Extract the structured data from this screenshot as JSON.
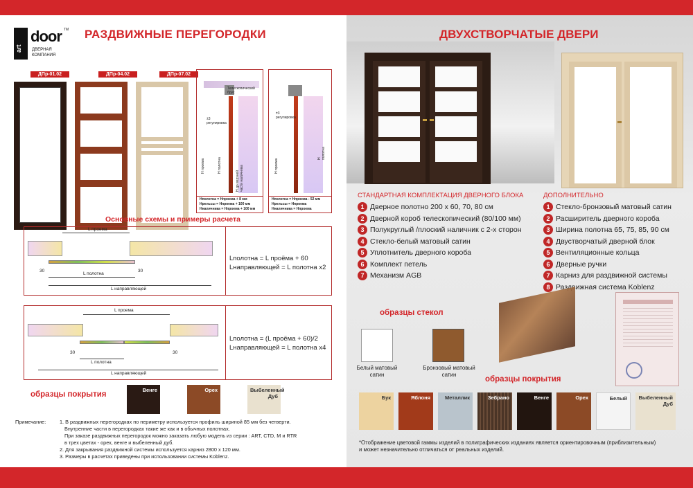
{
  "left": {
    "title": "РАЗДВИЖНЫЕ ПЕРЕГОРОДКИ",
    "logo": {
      "art": "art",
      "door": "door",
      "tm": "TM",
      "sub1": "ДВЕРНАЯ",
      "sub2": "КОМПАНИЯ"
    },
    "door_models": [
      "ДПр-01.02",
      "ДПр-04.02",
      "ДПр-07.02"
    ],
    "diagram1": {
      "label_top": "Телескопический брус",
      "formula_lines": [
        "Нполотна = Нпроема + 8 мм",
        "Нрельсы = Нпроема + 100 мм",
        "Нналичника = Нпроема + 100 мм"
      ],
      "regulation": "±3 регулировка",
      "side_labels": [
        "Н проема",
        "Н полотна",
        "Н до верхней части наличника"
      ]
    },
    "diagram2": {
      "formula_lines": [
        "Нполотна = Нпроема - 52 мм",
        "Нрельсы = Нпроема",
        "Нналичника = Нпроема"
      ],
      "regulation": "±3 регулировка",
      "side_labels": [
        "Н проема",
        "Н полотна"
      ]
    },
    "schemes_title": "Основные схемы и примеры расчета",
    "scheme1": {
      "l_opening": "L проема",
      "l_leaf": "L полотна",
      "l_guide": "L направляющей",
      "gap_left": "30",
      "gap_right": "30",
      "formula": [
        "Lполотна = L проёма + 60",
        "Lнаправляющей = L полотна x2"
      ]
    },
    "scheme2": {
      "l_opening": "L проема",
      "l_leaf": "L полотна",
      "l_guide": "L направляющей",
      "gap_left": "30",
      "gap_right": "30",
      "formula": [
        "Lполотна = (L проёма + 60)/2",
        "Lнаправляющей = L полотна x4"
      ]
    },
    "finishes_title": "образцы покрытия",
    "finishes": [
      {
        "name": "Венге",
        "color": "#2a1a14"
      },
      {
        "name": "Орех",
        "color": "#8c4a26"
      },
      {
        "name": "Выбеленный Дуб",
        "color": "#e9e1cf"
      }
    ],
    "note_label": "Примечание:",
    "notes": [
      "1. В  раздвижных перегородках по периметру используется профиль шириной 85 мм без четверти.",
      "Внутренние части в перегородках такие же как и в обычных полотнах.",
      "При заказе раздвижных  перегородок можно заказать любую модель из серии : ART, CTD, M и RTR",
      "в трех цветах - орех,  венге и выбеленный дуб.",
      "2. Для закрывания раздвижной системы используется карниз 2800 х 120 мм.",
      "3. Размеры в расчетах приведены при использовании системы Koblenz."
    ]
  },
  "right": {
    "title": "ДВУХСТВОРЧАТЫЕ ДВЕРИ",
    "standard_title": "СТАНДАРТНАЯ КОМПЛЕКТАЦИЯ ДВЕРНОГО БЛОКА",
    "standard_items": [
      "Дверное полотно 200 х 60, 70, 80 см",
      "Дверной короб телескопический (80/100 мм)",
      "Полукруглый /плоский наличник с 2-х сторон",
      "Стекло-белый матовый сатин",
      "Уплотнитель дверного короба",
      "Комплект петель",
      "Механизм AGB"
    ],
    "extra_title": "ДОПОЛНИТЕЛЬНО",
    "extra_items": [
      "Стекло-бронзовый матовый сатин",
      "Расширитель дверного короба",
      "Ширина полотна 65, 75, 85, 90 см",
      "Двустворчатый дверной блок",
      "Вентиляционные кольца",
      "Дверные ручки",
      "Карниз для раздвижной системы",
      "Раздвижная система Koblenz"
    ],
    "glass_title": "образцы стекол",
    "glass": [
      {
        "name": "Белый матовый сатин",
        "color": "#ffffff"
      },
      {
        "name": "Бронзовый матовый сатин",
        "color": "#8f5a2e"
      }
    ],
    "finishes_title": "образцы покрытия",
    "finishes": [
      {
        "name": "Бук",
        "color": "#edd3a0"
      },
      {
        "name": "Яблоня",
        "color": "#a23a1a"
      },
      {
        "name": "Металлик",
        "color": "#b9c4cc"
      },
      {
        "name": "Зебрано",
        "color": "#4a3426"
      },
      {
        "name": "Венге",
        "color": "#22150f"
      },
      {
        "name": "Орех",
        "color": "#8c4a26"
      },
      {
        "name": "Белый",
        "color": "#f4f4f4"
      },
      {
        "name": "Выбеленный Дуб",
        "color": "#e9e1cf"
      }
    ],
    "footnote": [
      "*Отображение цветовой гаммы изделий в полиграфических изданиях является ориентировочным (приблизительным)",
      "и может незначительно отличаться от реальных изделий."
    ]
  },
  "colors": {
    "accent": "#d3262a",
    "title_red": "#d3262a"
  }
}
